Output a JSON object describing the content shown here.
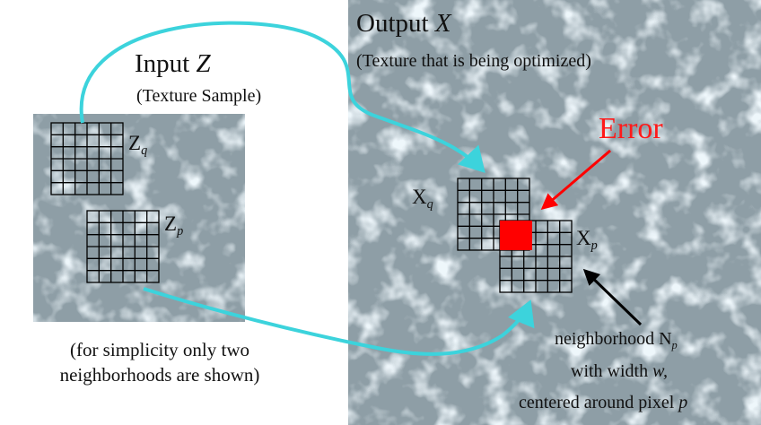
{
  "input": {
    "title_prefix": "Input ",
    "title_var": "Z",
    "subtitle": "(Texture Sample)"
  },
  "output": {
    "title_prefix": "Output ",
    "title_var": "X",
    "subtitle": "(Texture that is being optimized)"
  },
  "patches": {
    "zq": {
      "letter": "Z",
      "sub": "q"
    },
    "zp": {
      "letter": "Z",
      "sub": "p"
    },
    "xq": {
      "letter": "X",
      "sub": "q"
    },
    "xp": {
      "letter": "X",
      "sub": "p"
    }
  },
  "error_label": "Error",
  "note_line1": "(for simplicity only two",
  "note_line2": "neighborhoods are shown)",
  "neighborhood": {
    "line1_text": "neighborhood N",
    "line1_sub": "p",
    "line2_text": "with width ",
    "line2_var": "w,",
    "line3_text": "centered around pixel ",
    "line3_var": "p"
  },
  "colors": {
    "texture": "#8e9ea6",
    "arrow_cyan": "#3cd3dc",
    "error_red": "#ff0000",
    "pointer_black": "#000000"
  }
}
